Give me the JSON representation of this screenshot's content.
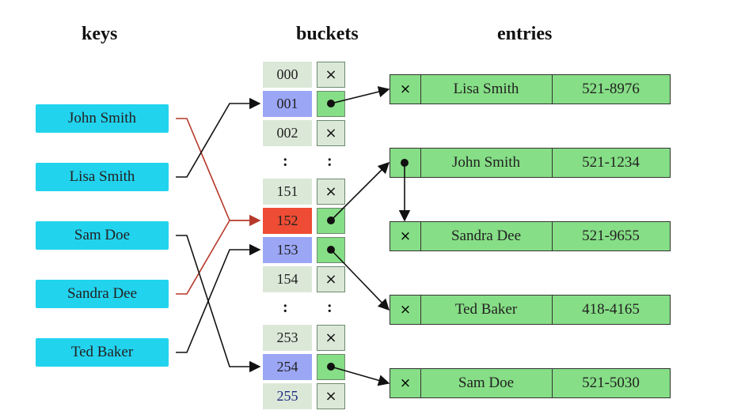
{
  "headers": {
    "keys": "keys",
    "buckets": "buckets",
    "entries": "entries"
  },
  "keys": [
    "John Smith",
    "Lisa Smith",
    "Sam Doe",
    "Sandra Dee",
    "Ted Baker"
  ],
  "buckets": {
    "group1": [
      "000",
      "001",
      "002"
    ],
    "group2": [
      "151",
      "152",
      "153",
      "154"
    ],
    "group3": [
      "253",
      "254",
      "255"
    ],
    "ellipsis": ":"
  },
  "empty_slot_symbol": "×",
  "entries": [
    {
      "name": "Lisa Smith",
      "phone": "521-8976",
      "next": "×"
    },
    {
      "name": "John Smith",
      "phone": "521-1234",
      "next": ""
    },
    {
      "name": "Sandra Dee",
      "phone": "521-9655",
      "next": "×"
    },
    {
      "name": "Ted Baker",
      "phone": "418-4165",
      "next": "×"
    },
    {
      "name": "Sam Doe",
      "phone": "521-5030",
      "next": "×"
    }
  ],
  "colors": {
    "key_fill": "#22d3ee",
    "bucket_fill": "#dbe8d8",
    "hashed_fill": "#9ba6f5",
    "collision_fill": "#ee4c34",
    "entry_fill": "#86de86",
    "collision_line": "#b5392a"
  }
}
